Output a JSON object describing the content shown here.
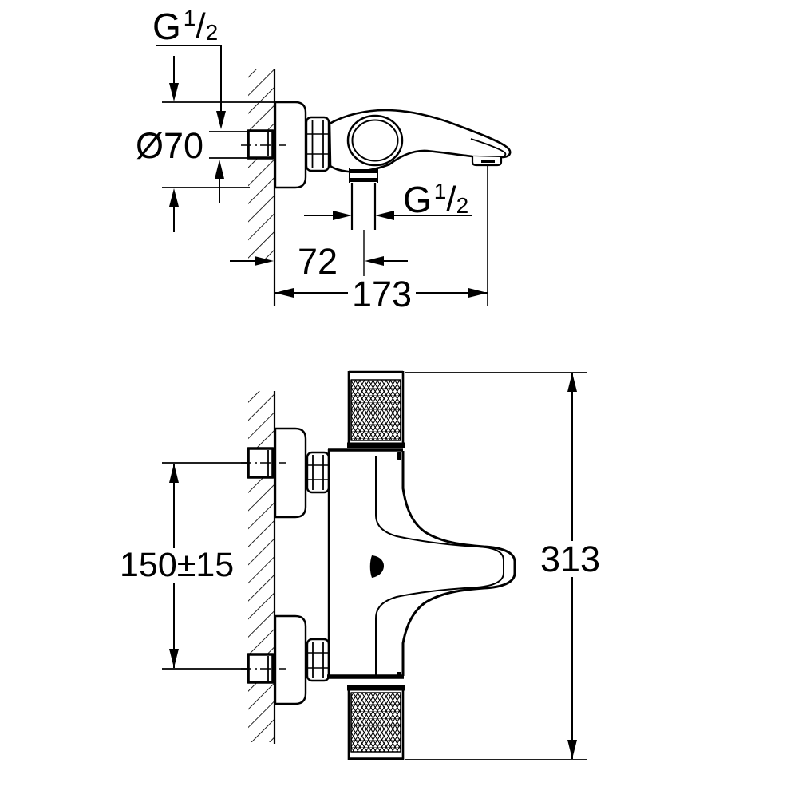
{
  "drawing": {
    "background_color": "#ffffff",
    "line_color": "#000000",
    "kind": "technical dimension drawing, wall-mounted bath mixer, two views"
  },
  "labels": {
    "inlet_thread": {
      "prefix": "G",
      "numerator": "1",
      "slash": "/",
      "denominator": "2"
    },
    "spout_thread": {
      "prefix": "G",
      "numerator": "1",
      "slash": "/",
      "denominator": "2"
    },
    "flange_diameter": "Ø70",
    "wall_to_pipe_center": "72",
    "wall_to_spout_tip": "173",
    "inlet_center_spacing": "150±15",
    "overall_length": "313"
  }
}
